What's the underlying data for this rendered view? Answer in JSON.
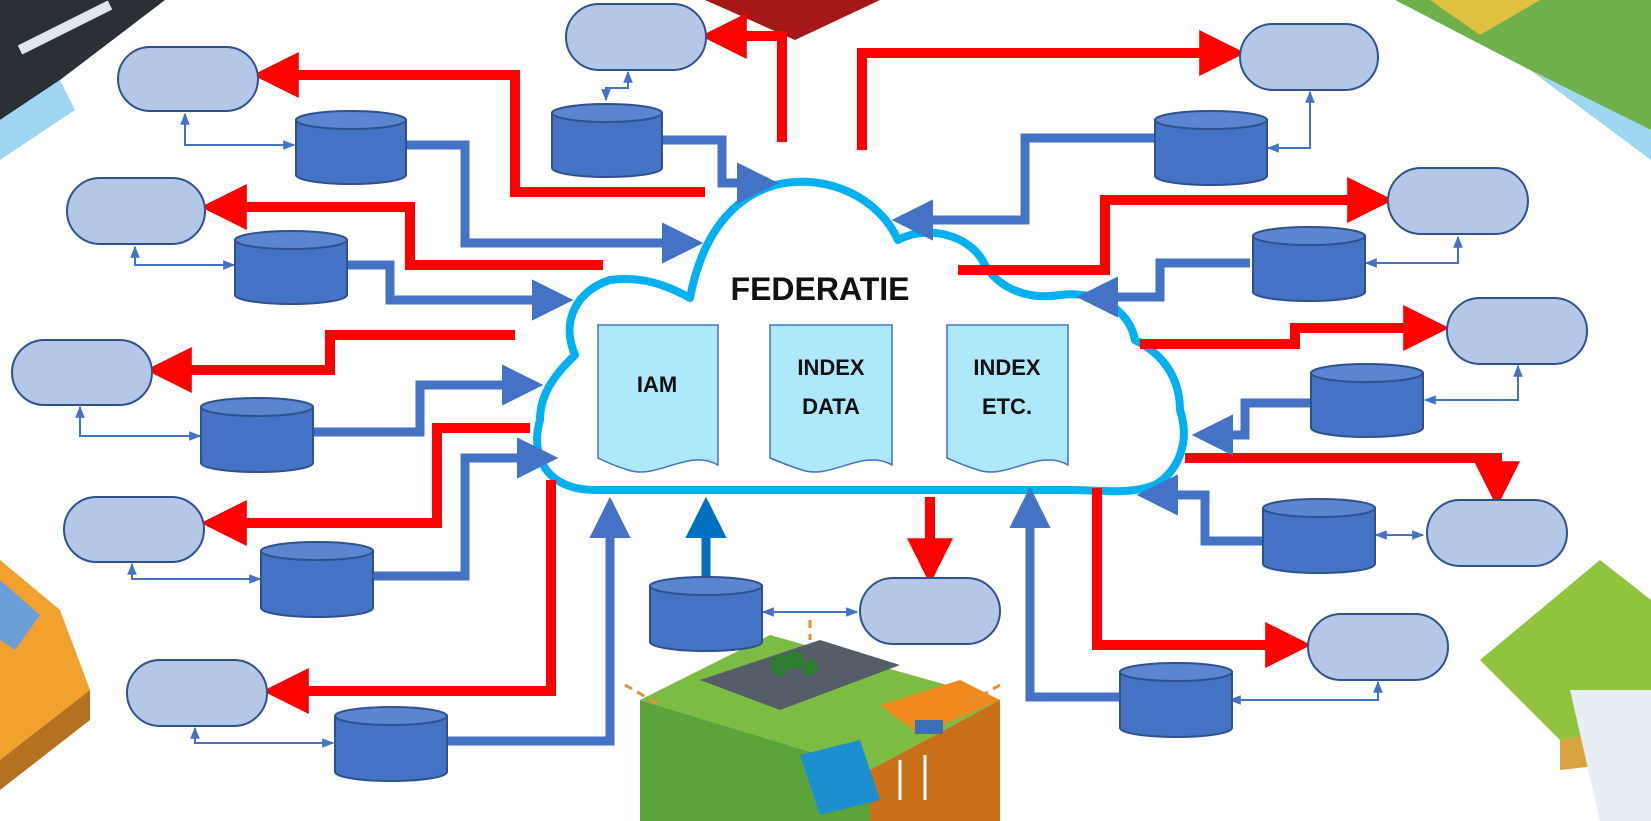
{
  "cloud": {
    "title": "FEDERATIE",
    "documents": [
      {
        "lines": [
          "IAM"
        ]
      },
      {
        "lines": [
          "INDEX",
          "DATA"
        ]
      },
      {
        "lines": [
          "INDEX",
          "ETC."
        ]
      }
    ]
  },
  "colors": {
    "outgoing_arrow": "#ff0000",
    "incoming_arrow": "#4472c4",
    "database_fill": "#4472c4",
    "client_fill": "#b4c7e7",
    "cloud_outline": "#00b0f0",
    "document_fill": "#aee8fb",
    "upload_arrow": "#0070c0"
  },
  "icons": {
    "node_store": "database-cylinder-icon",
    "node_client": "client-rounded-box-icon",
    "corner_tiles": "isometric-landscape-tile-icon"
  }
}
